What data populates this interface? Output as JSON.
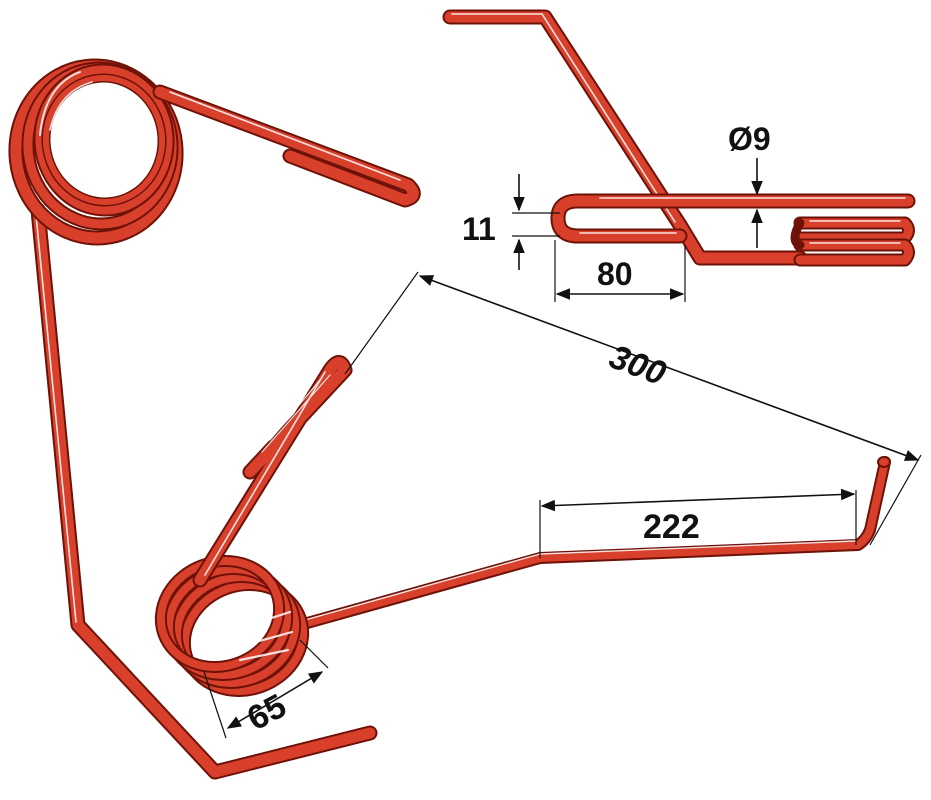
{
  "colors": {
    "wire": "#d9402c",
    "wire_dark": "#6e1208",
    "highlight": "#ffffff",
    "dimension": "#111111",
    "background": "#ffffff"
  },
  "dimensions": {
    "diameter": "Ø9",
    "gap": "11",
    "hook_length": "80",
    "total_length": "300",
    "arm_length": "222",
    "coil_width": "65"
  }
}
